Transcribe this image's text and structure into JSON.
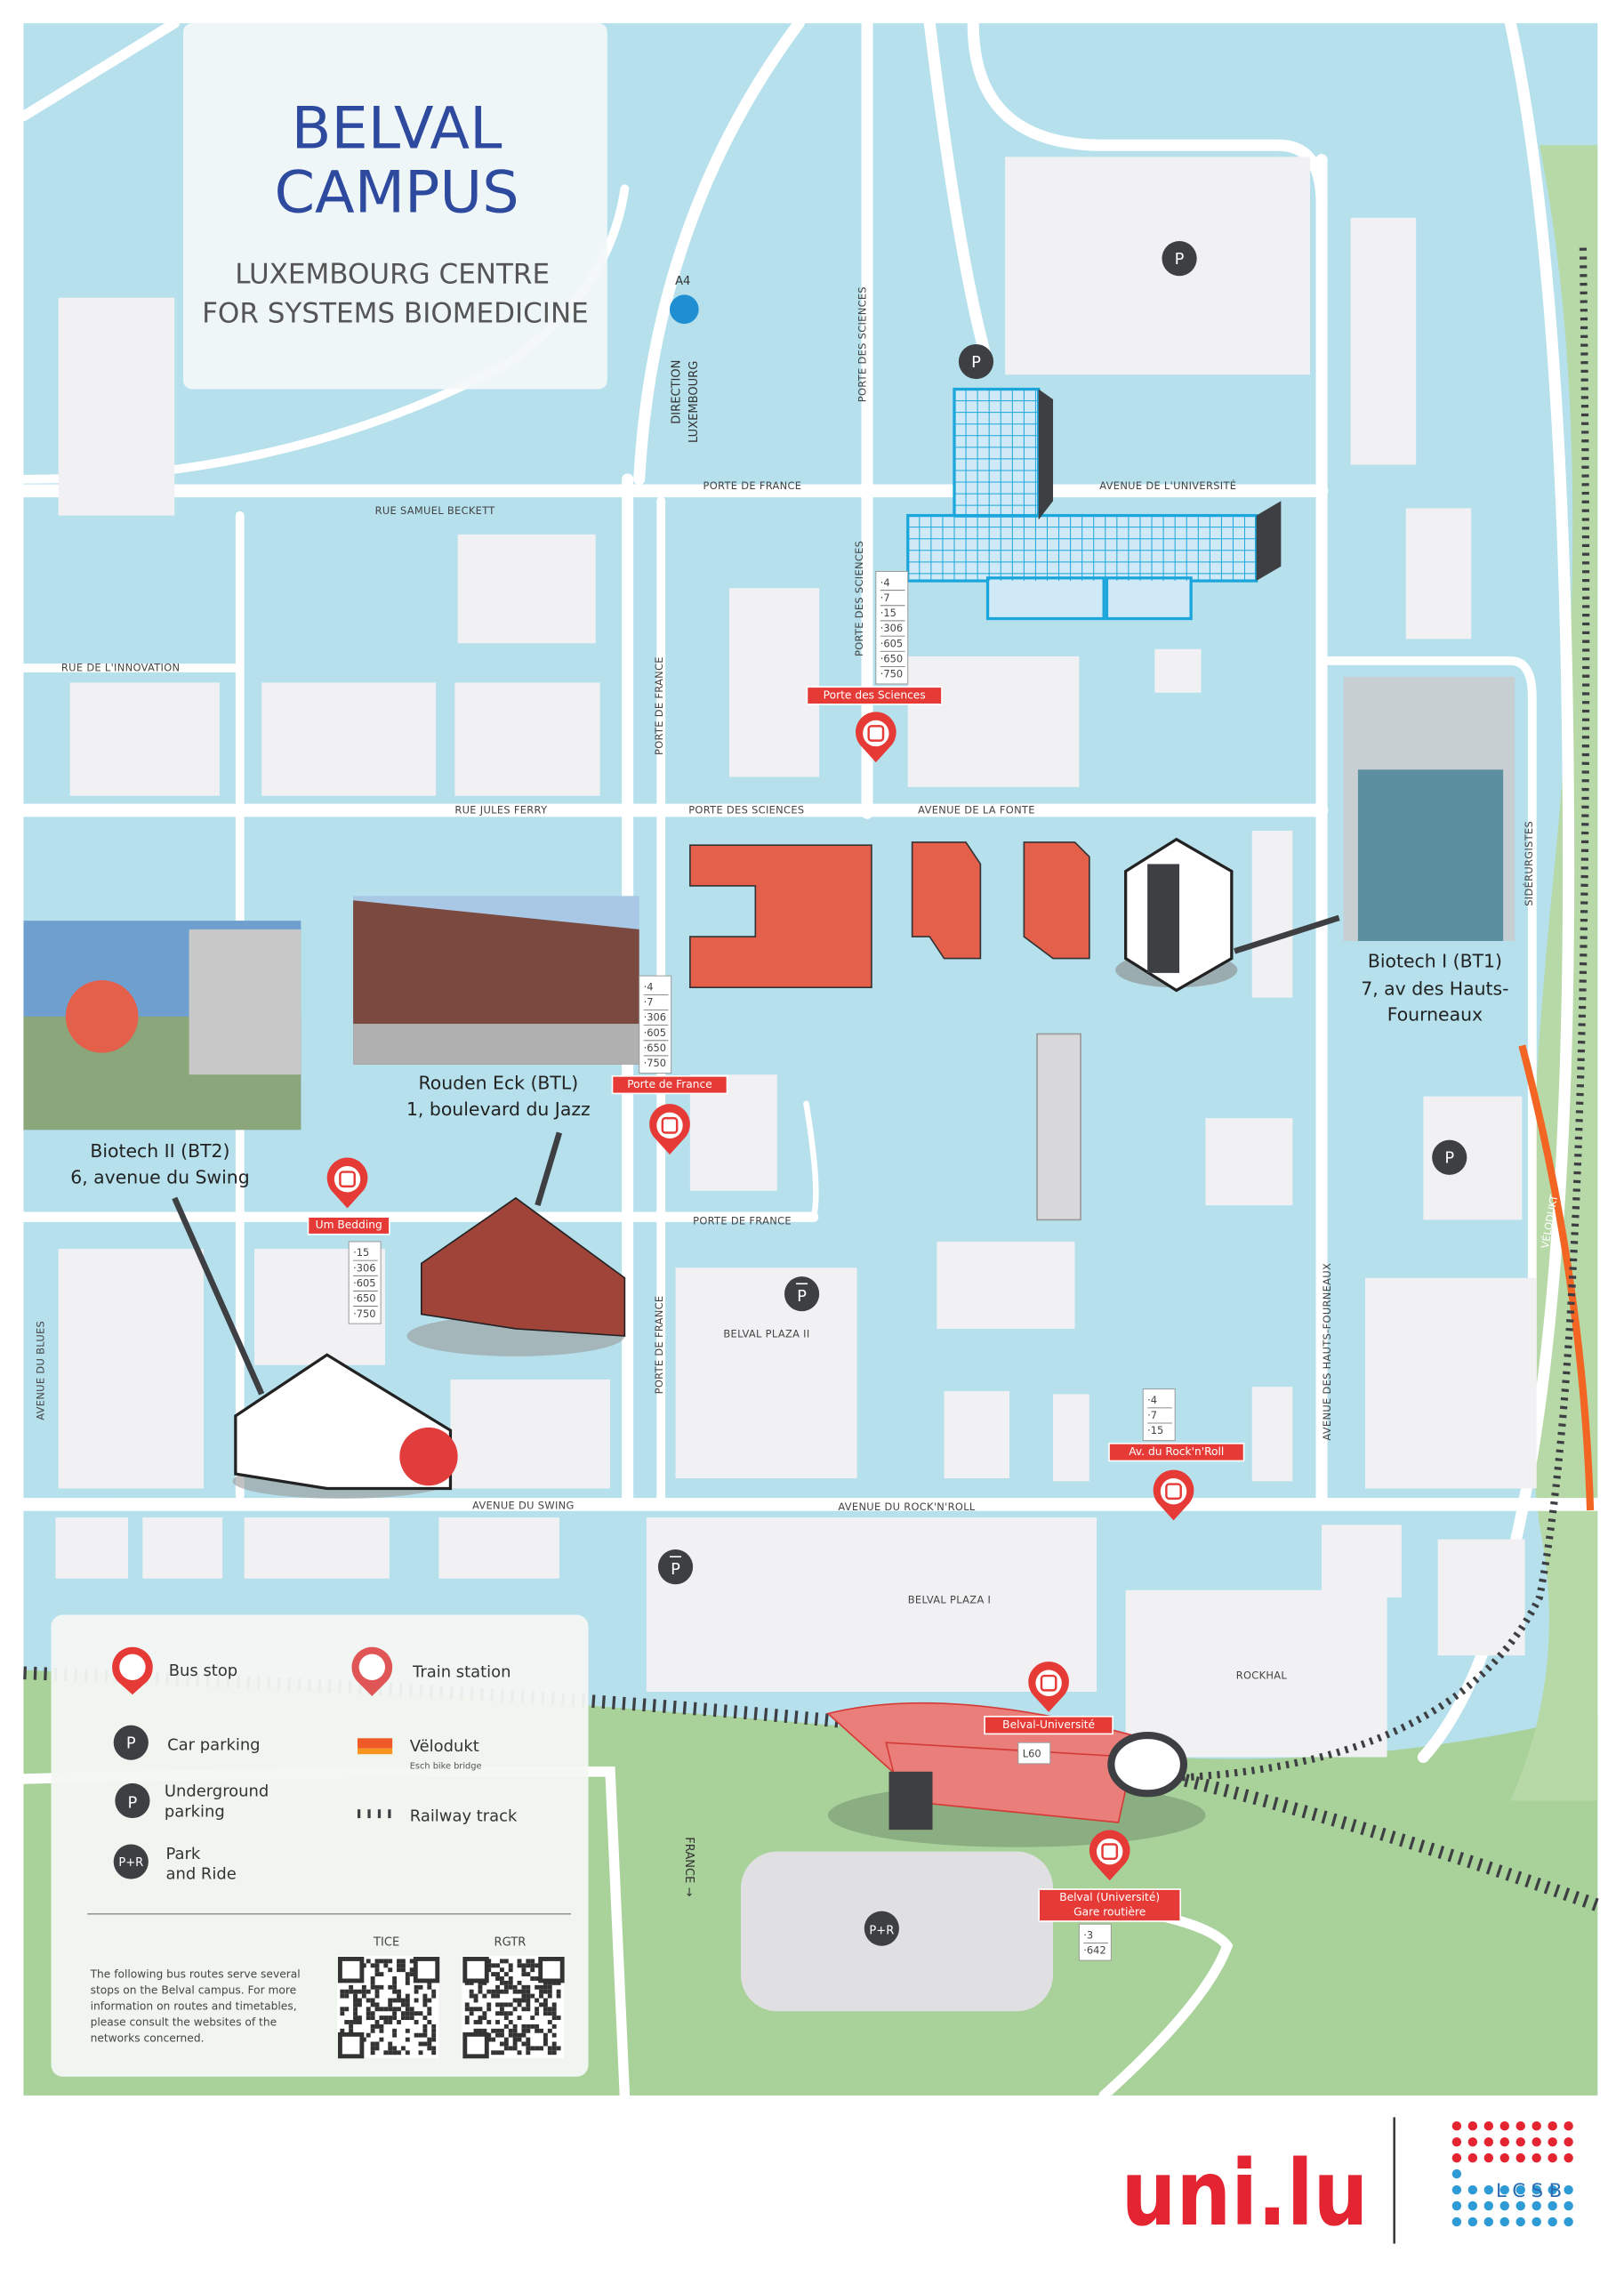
{
  "title": {
    "line1": "BELVAL",
    "line2": "CAMPUS",
    "sub1": "LUXEMBOURG CENTRE",
    "sub2": "FOR SYSTEMS BIOMEDICINE"
  },
  "colors": {
    "water": "#b5e0ec",
    "green": "#a9d19a",
    "title_blue": "#2e4a9e",
    "bus_red": "#e63a36",
    "lcsb_red": "#e4604b",
    "grid_blue": "#1aa6dc",
    "velodukt": "#f26522",
    "dark": "#3d3f43"
  },
  "direction": {
    "highway": "A4",
    "line1": "DIRECTION",
    "line2": "LUXEMBOURG",
    "france": "FRANCE →"
  },
  "streets": {
    "rue_samuel_beckett": "RUE SAMUEL BECKETT",
    "porte_de_france_top": "PORTE DE FRANCE",
    "avenue_universite": "AVENUE DE L'UNIVERSITÉ",
    "rue_innovation": "RUE DE L'INNOVATION",
    "rue_jules_ferry": "RUE JULES FERRY",
    "porte_des_sciences_h": "PORTE DES SCIENCES",
    "avenue_fonte": "AVENUE DE LA FONTE",
    "porte_de_france_mid": "PORTE DE FRANCE",
    "avenue_swing": "AVENUE DU SWING",
    "avenue_rocknroll": "AVENUE DU ROCK'N'ROLL",
    "porte_des_sciences_v1": "PORTE DES SCIENCES",
    "porte_des_sciences_v2": "PORTE DES SCIENCES",
    "porte_de_france_v1": "PORTE DE FRANCE",
    "porte_de_france_v2": "PORTE DE FRANCE",
    "avenue_blues": "AVENUE DU BLUES",
    "avenue_hauts_fourneaux": "AVENUE DES HAUTS-FOURNEAUX",
    "siderurgistes": "SIDÉRURGISTES",
    "velodukt": "VÉLODUKT"
  },
  "places": {
    "plaza2": "BELVAL PLAZA II",
    "plaza1": "BELVAL PLAZA I",
    "rockhal": "ROCKHAL"
  },
  "buildings": {
    "bt2": {
      "name": "Biotech II (BT2)",
      "address": "6, avenue du Swing"
    },
    "btl": {
      "name": "Rouden Eck (BTL)",
      "address": "1, boulevard du Jazz"
    },
    "bt1": {
      "name": "Biotech I (BT1)",
      "address1": "7, av des Hauts-",
      "address2": "Fourneaux"
    }
  },
  "stops": {
    "porte_sciences": {
      "name": "Porte des Sciences",
      "routes": [
        "4",
        "7",
        "15",
        "306",
        "605",
        "650",
        "750"
      ]
    },
    "porte_france": {
      "name": "Porte de France",
      "routes": [
        "4",
        "7",
        "306",
        "605",
        "650",
        "750"
      ]
    },
    "um_bedding": {
      "name": "Um Bedding",
      "routes": [
        "15",
        "306",
        "605",
        "650",
        "750"
      ]
    },
    "rocknroll": {
      "name": "Av. du Rock'n'Roll",
      "routes": [
        "4",
        "7",
        "15"
      ]
    },
    "gare_routiere": {
      "name1": "Belval (Université)",
      "name2": "Gare routière",
      "routes": [
        "3",
        "642"
      ]
    },
    "train": {
      "name": "Belval-Université",
      "line": "L60"
    }
  },
  "parking": {
    "p": "P",
    "pr": "P+R"
  },
  "legend": {
    "bus_stop": "Bus stop",
    "train_station": "Train station",
    "car_parking": "Car parking",
    "velodukt": "Vëlodukt",
    "velodukt_sub": "Esch bike bridge",
    "underground1": "Underground",
    "underground2": "parking",
    "railway": "Railway track",
    "park1": "Park",
    "park2": "and Ride",
    "note": [
      "The following bus routes serve several",
      "stops on the Belval campus. For more",
      "information on routes and timetables,",
      "please consult the websites of the",
      "networks concerned."
    ],
    "qr1": "TICE",
    "qr2": "RGTR"
  },
  "logos": {
    "uni": "uni.lu",
    "lcsb": "LCSB"
  }
}
